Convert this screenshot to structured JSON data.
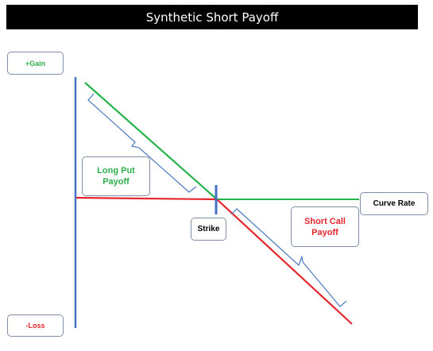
{
  "title": {
    "part1": "Synthetic",
    "part2": "Short Payoff"
  },
  "labels": {
    "gain": "+Gain",
    "loss": "-Loss",
    "long_put": [
      "Long Put",
      "Payoff"
    ],
    "short_call": [
      "Short Call",
      "Payoff"
    ],
    "strike": "Strike",
    "curve_rate": "Curve Rate"
  },
  "colors": {
    "title_bg": "#000000",
    "title_text": "#ffffff",
    "gain": "#2db04b",
    "loss": "#e8262c",
    "long_put_line": "#23b24b",
    "short_call_line": "#e5272d",
    "axis": "#4472c4",
    "bracket": "#4a78c2",
    "box_border": "#7f8fa8"
  }
}
